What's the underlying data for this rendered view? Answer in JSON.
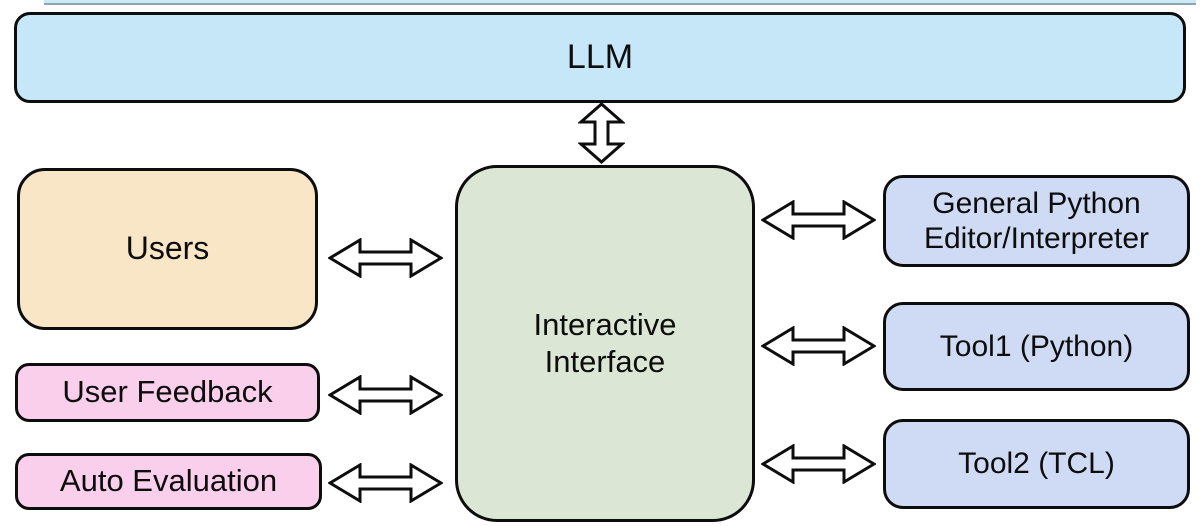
{
  "diagram": {
    "description": "LLM agent architecture block diagram",
    "canvas_background": "#ffffff",
    "border_color": "#0d0d0d",
    "arrow_fill": "#ffffff",
    "nodes": {
      "llm": {
        "label": "LLM",
        "fill": "#c5e7f8"
      },
      "users": {
        "label": "Users",
        "fill": "#f8e6c6"
      },
      "user_feedback": {
        "label": "User Feedback",
        "fill": "#f9cfec"
      },
      "auto_evaluation": {
        "label": "Auto Evaluation",
        "fill": "#f9cfec"
      },
      "interactive_interface": {
        "label": "Interactive\nInterface",
        "fill": "#dbe7d4"
      },
      "general_python": {
        "label": "General Python\nEditor/Interpreter",
        "fill": "#cfdaf4"
      },
      "tool1": {
        "label": "Tool1 (Python)",
        "fill": "#cfdaf4"
      },
      "tool2": {
        "label": "Tool2 (TCL)",
        "fill": "#cfdaf4"
      }
    },
    "top_crop_sliver_fill": "#cdeaf9",
    "edges": [
      {
        "from": "LLM",
        "to": "Interactive Interface",
        "bidirectional": true
      },
      {
        "from": "Users",
        "to": "Interactive Interface",
        "bidirectional": true
      },
      {
        "from": "User Feedback",
        "to": "Interactive Interface",
        "bidirectional": true
      },
      {
        "from": "Auto Evaluation",
        "to": "Interactive Interface",
        "bidirectional": true
      },
      {
        "from": "Interactive Interface",
        "to": "General Python Editor/Interpreter",
        "bidirectional": true
      },
      {
        "from": "Interactive Interface",
        "to": "Tool1 (Python)",
        "bidirectional": true
      },
      {
        "from": "Interactive Interface",
        "to": "Tool2 (TCL)",
        "bidirectional": true
      }
    ]
  }
}
